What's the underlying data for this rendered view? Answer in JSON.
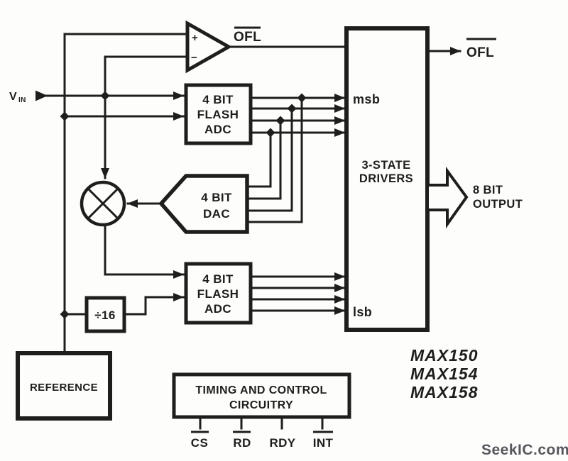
{
  "meta": {
    "ink": "#1e1e1c",
    "paper": "#fdfdfc",
    "page_bg": "#ffffff",
    "watermark_color": "#56575c",
    "diagram_type": "block-diagram"
  },
  "labels": {
    "vin_main": "V",
    "vin_sub": "IN",
    "comparator": {
      "plus": "+",
      "minus": "−",
      "output": "OFL",
      "output_overline": true
    },
    "adc_top": {
      "l1": "4 BIT",
      "l2": "FLASH",
      "l3": "ADC"
    },
    "dac": {
      "l1": "4 BIT",
      "l2": "DAC"
    },
    "adc_bottom": {
      "l1": "4 BIT",
      "l2": "FLASH",
      "l3": "ADC"
    },
    "div16": "÷16",
    "reference": "REFERENCE",
    "drivers": {
      "l1": "3-STATE",
      "l2": "DRIVERS",
      "msb": "msb",
      "lsb": "lsb"
    },
    "ofl_out": "OFL",
    "ofl_out_overline": true,
    "output": {
      "l1": "8 BIT",
      "l2": "OUTPUT"
    },
    "timing": {
      "l1": "TIMING AND CONTROL",
      "l2": "CIRCUITRY",
      "pins": [
        {
          "label": "CS",
          "overline": true
        },
        {
          "label": "RD",
          "overline": true
        },
        {
          "label": "RDY",
          "overline": false
        },
        {
          "label": "INT",
          "overline": true
        }
      ]
    },
    "parts": [
      "MAX150",
      "MAX154",
      "MAX158"
    ],
    "watermark": "SeekIC.com"
  }
}
